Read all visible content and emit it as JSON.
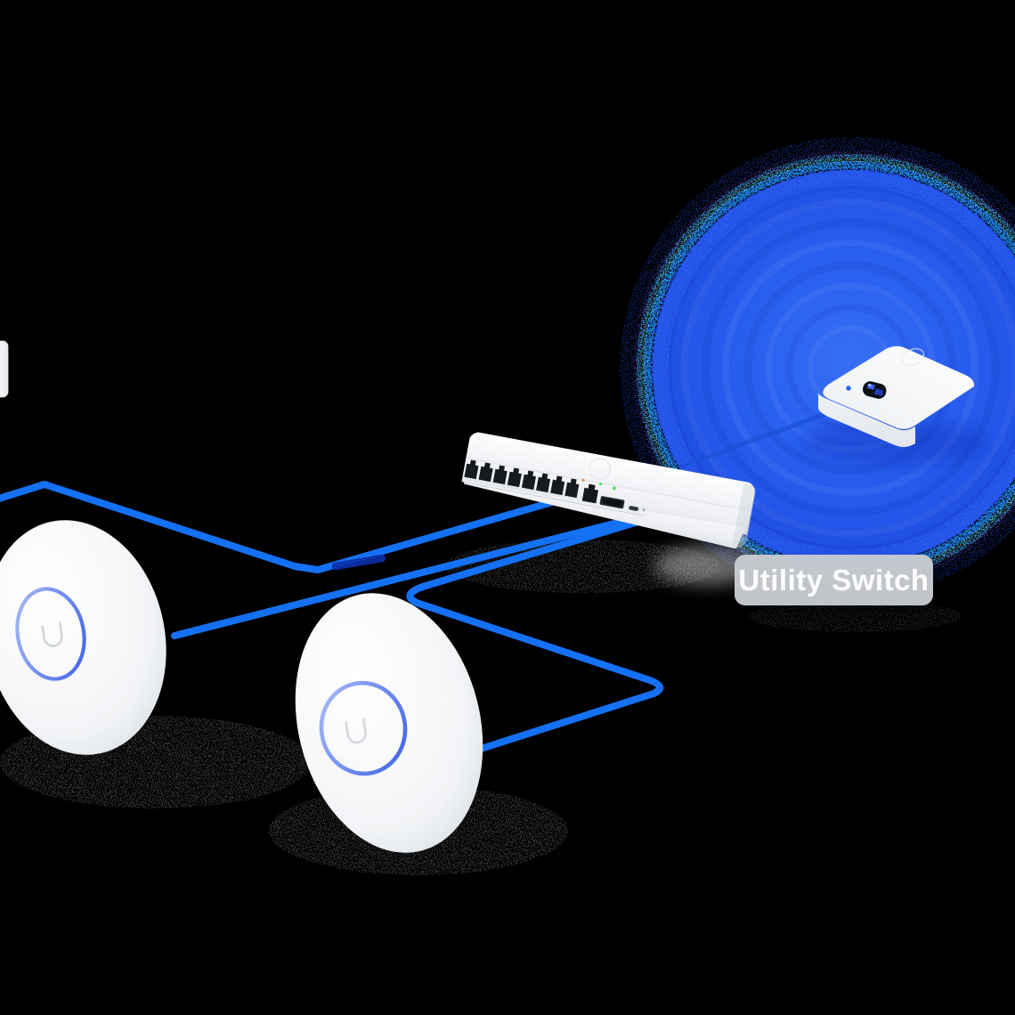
{
  "scene": {
    "title": "UniFi network topology illustration",
    "background": "#000000",
    "badge": {
      "text": "Utility Switch",
      "background": "#c7cbd0",
      "text_color": "#ffffff"
    },
    "colors": {
      "cable": "#1571f4",
      "cable_overlap": "#0b2fa6",
      "uplink": "#1c50d6",
      "glow_core": "#2f6bf4",
      "glow_mid": "#2459ee",
      "glow_edge": "#1f4ce2",
      "glow_speckle_cyan": "#19cdf8",
      "glow_speckle_magenta": "#e93df0",
      "device_white": "#f4f5f7",
      "ap_ring_light": "#a9bbf5",
      "ap_ring_dark": "#4a6be8",
      "port_dark": "#16191d",
      "led_green": "#5fdd6f",
      "led_amber": "#e8a33d",
      "led_blue": "#2a6cf5",
      "logo_gray": "#d2d6db"
    },
    "devices": {
      "gateway": {
        "name": "cloud-gateway"
      },
      "switch": {
        "name": "utility-switch",
        "rj45_ports": 8,
        "wan_ports": 1,
        "sfp_ports": 1,
        "usb_c_ports": 1
      },
      "ap1": {
        "name": "access-point-1"
      },
      "ap2": {
        "name": "access-point-2"
      }
    },
    "connections": [
      {
        "from": "utility-switch",
        "to": "offscreen-left-device"
      },
      {
        "from": "utility-switch",
        "to": "access-point-1"
      },
      {
        "from": "utility-switch",
        "to": "access-point-2"
      },
      {
        "from": "utility-switch",
        "to": "cloud-gateway"
      }
    ]
  }
}
